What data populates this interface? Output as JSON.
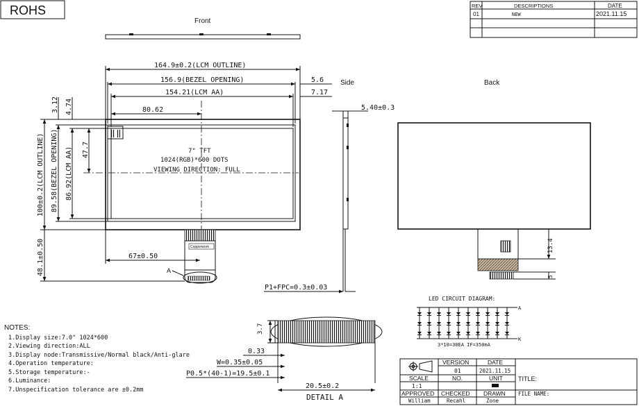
{
  "rohs": "ROHS",
  "views": {
    "front": "Front",
    "side": "Side",
    "back": "Back",
    "detail": "DETAIL A",
    "callout": "A"
  },
  "revision_table": {
    "headers": [
      "REV",
      "DESCRIPTIONS",
      "DATE"
    ],
    "rows": [
      [
        "01",
        "NEW",
        "2021.11.15"
      ],
      [
        "",
        "",
        ""
      ],
      [
        "",
        "",
        ""
      ]
    ]
  },
  "dims": {
    "lcm_outline_w": "164.9±0.2(LCM OUTLINE)",
    "bezel_opening_w": "156.9(BEZEL OPENING)",
    "lcm_aa_w": "154.21(LCM AA)",
    "right_5_6": "5.6",
    "right_7_17": "7.17",
    "center_80_62": "80.62",
    "left_3_12": "3.12",
    "left_4_74": "4.74",
    "lcm_outline_h": "100±0.2(LCM OUTLINE)",
    "bezel_opening_h": "89.58(BEZEL OPENING)",
    "lcm_aa_h": "86.92(LCM AA)",
    "center_47_7": "47.7",
    "fpc_len": "48.1±0.50",
    "fpc_pos": "67±0.50",
    "side_thick": "5.40±0.3",
    "fpc_thick": "P1+FPC=0.3±0.03",
    "back_13_4": "13.4",
    "back_5": "5",
    "det_3_7": "3.7",
    "det_0_33": "0.33",
    "det_w": "W=0.35±0.05",
    "det_pitch": "P0.5*(40-1)=19.5±0.1",
    "det_total": "20.5±0.2"
  },
  "display_text": [
    "7\" TFT",
    "1024(RGB)*600 DOTS",
    "VIEWING DIRECTION: FULL"
  ],
  "fpc_label": "Copperwork",
  "led": {
    "title": "LED CIRCUIT DIAGRAM:",
    "anode": "A",
    "cathode": "K",
    "caption": "3*10=30EA  IF=350mA",
    "rows": 3,
    "cols": 10
  },
  "notes": {
    "title": "NOTES:",
    "items": [
      "1.Display size:7.0\" 1024*600",
      "2.Viewing direction:ALL",
      "3.Display node:Transmissive/Normal black/Anti-glare",
      "4.Operation temperature:",
      "5.Storage temperature:-",
      "6.Luminance:",
      "7.Unspecification tolerance are ±0.2mm"
    ]
  },
  "title_block": {
    "version_label": "VERSION",
    "date_label": "DATE",
    "version": "01",
    "date": "2021.11.15",
    "scale_label": "SCALE",
    "no_label": "NO.",
    "unit_label": "UNIT",
    "scale": "1:1",
    "title_label": "TITLE:",
    "approved_label": "APPROVED",
    "checked_label": "CHECKED",
    "drawn_label": "DRAWN",
    "approved": "William",
    "checked": "Recahl",
    "drawn": "Zone",
    "file_label": "FILE NAME:"
  }
}
